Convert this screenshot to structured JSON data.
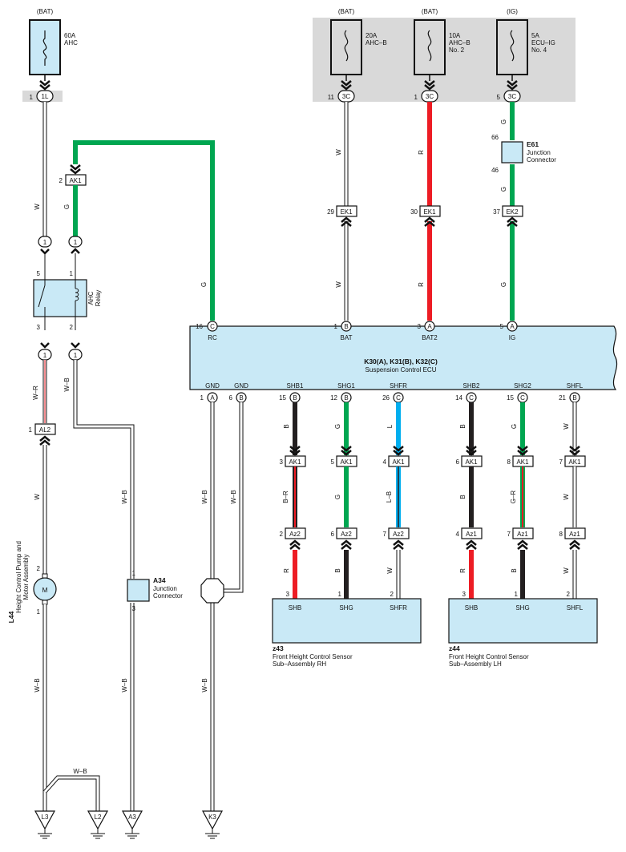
{
  "colors": {
    "green": "#00a651",
    "red": "#ed1c24",
    "blue": "#00aeef",
    "black": "#231f20",
    "ecu_fill": "#c9e9f6",
    "fuse_box": "#d9d9d9"
  },
  "fuses": {
    "ahc": {
      "source": "(BAT)",
      "amp": "60A",
      "name": "AHC",
      "pin": "1",
      "conn": "1L"
    },
    "ahcb": {
      "source": "(BAT)",
      "amp": "20A",
      "name": "AHC–B",
      "pin": "11",
      "conn": "3C"
    },
    "ahcb2": {
      "source": "(BAT)",
      "amp": "10A",
      "name1": "AHC–B",
      "name2": "No. 2",
      "pin": "1",
      "conn": "3C"
    },
    "ecuig": {
      "source": "(IG)",
      "amp": "5A",
      "name1": "ECU–IG",
      "name2": "No. 4",
      "pin": "5",
      "conn": "3C"
    }
  },
  "wires": {
    "W": "W",
    "G": "G",
    "R": "R",
    "B": "B",
    "L": "L",
    "WR": "W–R",
    "WB": "W–B",
    "BR": "B–R",
    "LB": "L–B",
    "GR": "G–R"
  },
  "connectors": {
    "AK1": "AK1",
    "EK1": "EK1",
    "EK2": "EK2",
    "AL2": "AL2",
    "Az1": "Az1",
    "Az2": "Az2",
    "one": "1",
    "A": "A",
    "B": "B",
    "C": "C",
    "pins": {
      "p1": "1",
      "p2": "2",
      "p3": "3",
      "p4": "4",
      "p5": "5",
      "p6": "6",
      "p7": "7",
      "p8": "8",
      "p11": "11",
      "p12": "12",
      "p14": "14",
      "p15": "15",
      "p16": "16",
      "p21": "21",
      "p26": "26",
      "p29": "29",
      "p30": "30",
      "p37": "37",
      "p46": "46",
      "p66": "66"
    }
  },
  "junction_e61": {
    "id": "E61",
    "line1": "Junction",
    "line2": "Connector"
  },
  "junction_a34": {
    "id": "A34",
    "line1": "Junction",
    "line2": "Connector"
  },
  "relay": {
    "line1": "AHC",
    "line2": "Relay"
  },
  "motor": {
    "symbol": "M",
    "id": "L44",
    "line1": "Height Control Pump and",
    "line2": "Motor Assembly"
  },
  "ecu": {
    "title": "K30(A), K31(B), K32(C)",
    "subtitle": "Suspension Control ECU",
    "terms": {
      "rc": "RC",
      "bat": "BAT",
      "bat2": "BAT2",
      "ig": "IG",
      "gnd": "GND",
      "shb1": "SHB1",
      "shg1": "SHG1",
      "shfr": "SHFR",
      "shb2": "SHB2",
      "shg2": "SHG2",
      "shfl": "SHFL"
    }
  },
  "sensor_rh": {
    "id": "z43",
    "line1": "Front Height Control Sensor",
    "line2": "Sub–Assembly RH",
    "shb": "SHB",
    "shg": "SHG",
    "shfr": "SHFR"
  },
  "sensor_lh": {
    "id": "z44",
    "line1": "Front Height Control Sensor",
    "line2": "Sub–Assembly LH",
    "shb": "SHB",
    "shg": "SHG",
    "shfl": "SHFL"
  },
  "grounds": {
    "L3": "L3",
    "L2": "L2",
    "A3": "A3",
    "K3": "K3"
  }
}
